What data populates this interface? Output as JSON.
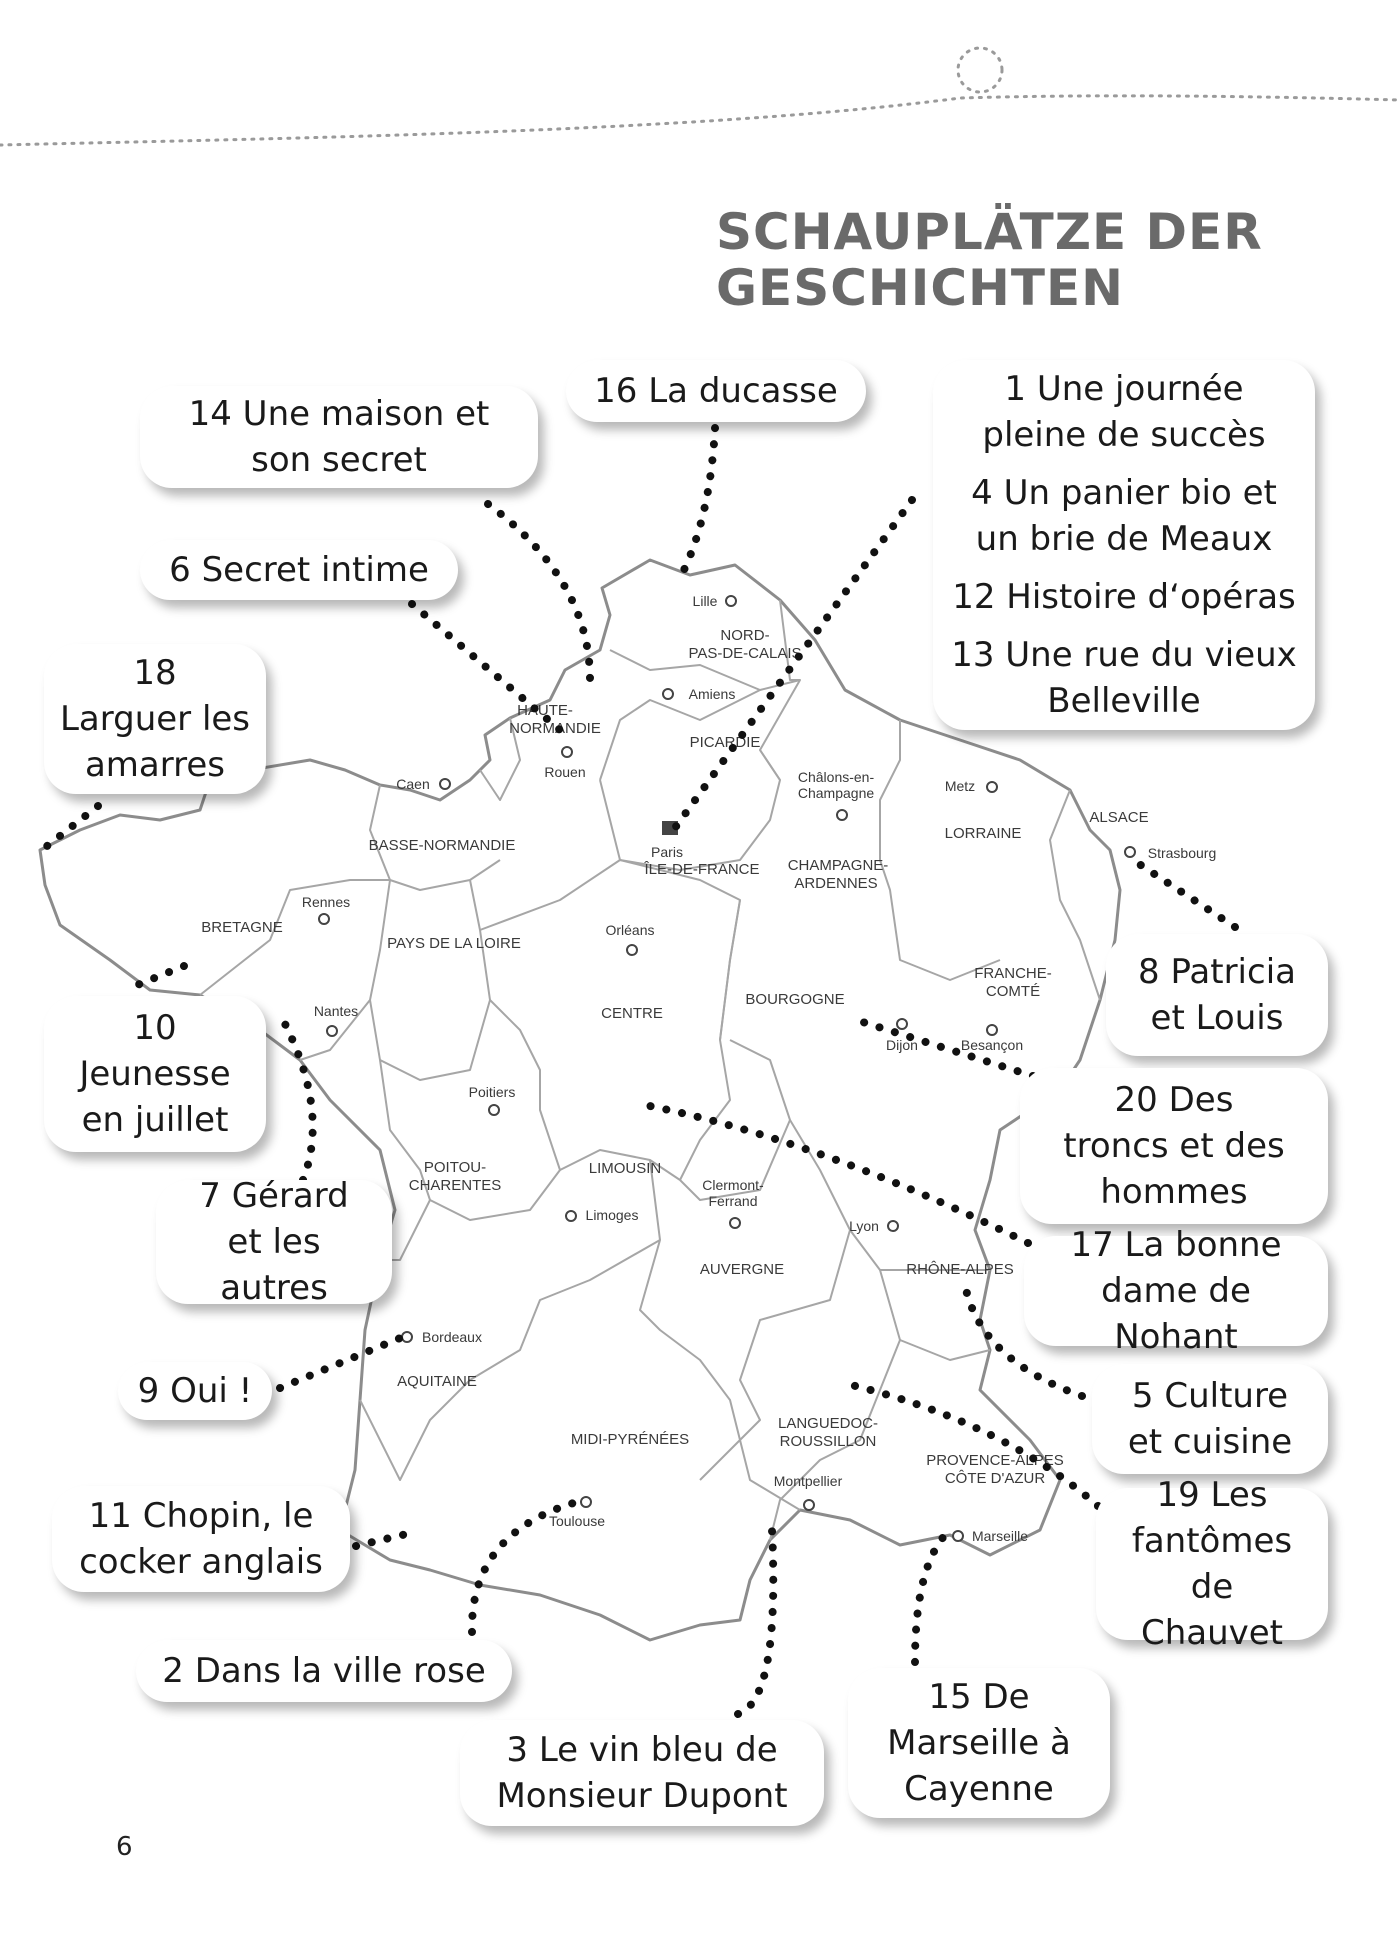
{
  "title": {
    "line1": "SCHAUPLÄTZE DER",
    "line2": "GESCHICHTEN"
  },
  "page_number": "6",
  "regions": [
    "NORD-\nPAS-DE-CALAIS",
    "PICARDIE",
    "HAUTE-\nNORMANDIE",
    "BASSE-NORMANDIE",
    "BRETAGNE",
    "PAYS DE LA LOIRE",
    "ÎLE-DE-FRANCE",
    "CENTRE",
    "CHAMPAGNE-\nARDENNES",
    "LORRAINE",
    "ALSACE",
    "BOURGOGNE",
    "FRANCHE-\nCOMTÉ",
    "POITOU-\nCHARENTES",
    "LIMOUSIN",
    "AUVERGNE",
    "RHÔNE-ALPES",
    "AQUITAINE",
    "MIDI-PYRÉNÉES",
    "LANGUEDOC-\nROUSSILLON",
    "PROVENCE-ALPES\nCÔTE D'AZUR"
  ],
  "cities": [
    "Lille",
    "Amiens",
    "Rouen",
    "Caen",
    "Paris",
    "Châlons-en-\nChampagne",
    "Metz",
    "Strasbourg",
    "Rennes",
    "Nantes",
    "Orléans",
    "Dijon",
    "Besançon",
    "Poitiers",
    "Limoges",
    "Clermont-\nFerrand",
    "Lyon",
    "Bordeaux",
    "Toulouse",
    "Montpellier",
    "Marseille"
  ],
  "callouts": [
    {
      "entries": [
        "14    Une maison et\nson secret"
      ]
    },
    {
      "entries": [
        "16    La ducasse"
      ]
    },
    {
      "entries": [
        "1    Une journée\npleine de succès",
        "4    Un panier bio et\nun brie de Meaux",
        "12    Histoire d‘opéras",
        "13    Une rue du vieux\nBelleville"
      ]
    },
    {
      "entries": [
        "6    Secret intime"
      ]
    },
    {
      "entries": [
        "18\nLarguer les\namarres"
      ]
    },
    {
      "entries": [
        "8    Patricia\net Louis"
      ]
    },
    {
      "entries": [
        "10\nJeunesse\nen juillet"
      ]
    },
    {
      "entries": [
        "20    Des\ntroncs et des\nhommes"
      ]
    },
    {
      "entries": [
        "7    Gérard\net les autres"
      ]
    },
    {
      "entries": [
        "17    La bonne\ndame de Nohant"
      ]
    },
    {
      "entries": [
        "9 Oui !"
      ]
    },
    {
      "entries": [
        "5    Culture\net cuisine"
      ]
    },
    {
      "entries": [
        "11    Chopin, le\ncocker anglais"
      ]
    },
    {
      "entries": [
        "19    Les\nfantômes de\nChauvet"
      ]
    },
    {
      "entries": [
        "2    Dans la ville rose"
      ]
    },
    {
      "entries": [
        "3    Le vin bleu de\nMonsieur Dupont"
      ]
    },
    {
      "entries": [
        "15    De\nMarseille à\nCayenne"
      ]
    }
  ]
}
